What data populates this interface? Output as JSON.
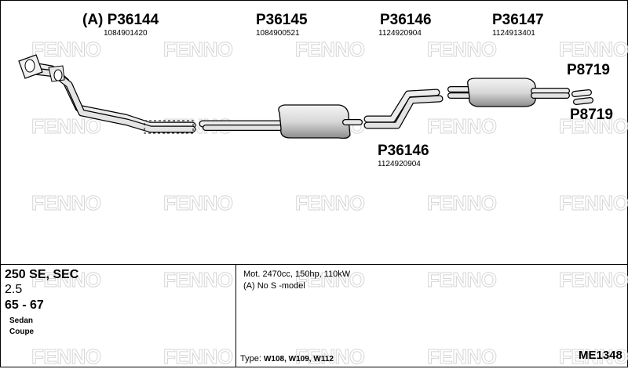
{
  "watermark": "FENNO",
  "parts": [
    {
      "prefix": "(A)",
      "number": "P36144",
      "oe": "1084901420"
    },
    {
      "number": "P36145",
      "oe": "1084900521"
    },
    {
      "number": "P36146",
      "oe": "1124920904"
    },
    {
      "number": "P36147",
      "oe": "1124913401"
    },
    {
      "number": "P8719"
    },
    {
      "number": "P8719"
    },
    {
      "number": "P36146",
      "oe": "1124920904"
    }
  ],
  "vehicle": {
    "model": "250 SE, SEC",
    "engine_size": "2.5",
    "years": "65 - 67",
    "body_types": [
      "Sedan",
      "Coupe"
    ]
  },
  "details": {
    "engine": "Mot. 2470cc, 150hp, 110kW",
    "note": "(A) No S -model",
    "type_label": "Type:",
    "type_value": "W108, W109, W112"
  },
  "reference": "ME1348"
}
